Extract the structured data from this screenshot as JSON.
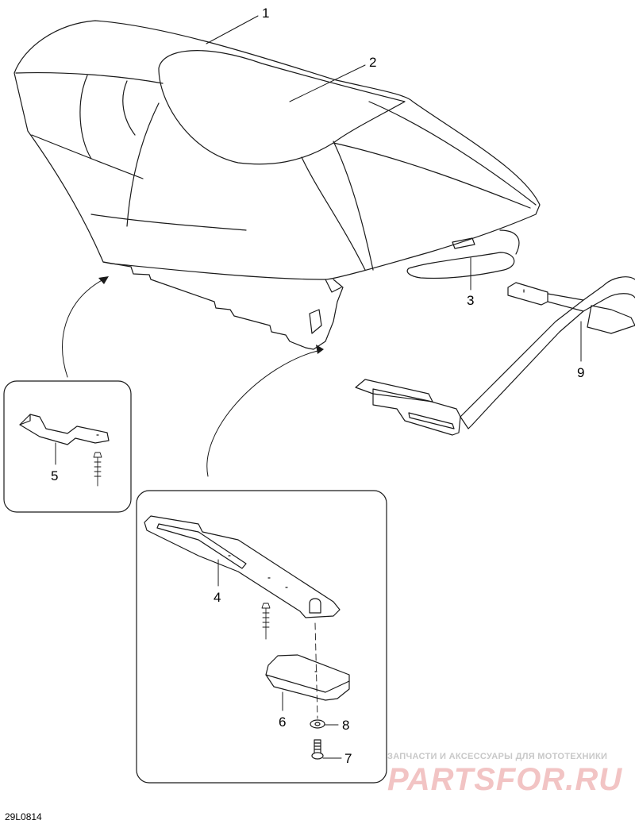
{
  "callouts": {
    "c1": "1",
    "c2": "2",
    "c3": "3",
    "c4": "4",
    "c5": "5",
    "c6": "6",
    "c7": "7",
    "c8": "8",
    "c9": "9"
  },
  "drawing_code": "29L0814",
  "watermark": {
    "caption": "ЗАПЧАСТИ И АКСЕССУАРЫ ДЛЯ МОТОТЕХНИКИ",
    "logo": "PARTSFOR.RU"
  },
  "colors": {
    "line": "#1a1a1a",
    "watermark_text": "#f2c4c4"
  }
}
